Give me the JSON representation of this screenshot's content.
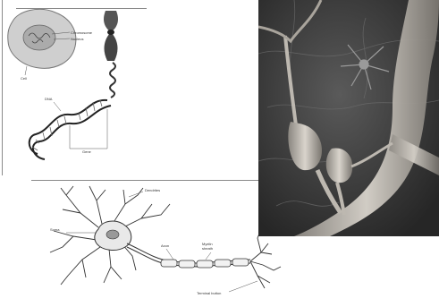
{
  "cell_diagram": {
    "labels": {
      "chromosome": "Chromosome",
      "nucleus": "Nucleus",
      "cell": "Cell",
      "dna": "DNA",
      "gene": "Gene"
    }
  },
  "neuron_diagram": {
    "labels": {
      "dendrites": "Dendrites",
      "soma": "Soma",
      "axon": "Axon",
      "myelin": "Myelin\nsheath",
      "terminal": "Terminal button"
    }
  },
  "micrograph": {
    "background": "#3a3a3a",
    "highlight": "#d9d4cc"
  }
}
